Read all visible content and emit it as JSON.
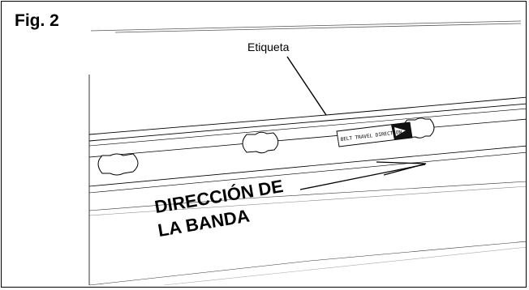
{
  "figure": {
    "label": "Fig. 2",
    "callout": "Etiqueta",
    "sticker_text": "BELT TRAVEL DIRECTION",
    "direction_line1": "DIRECCIÓN DE",
    "direction_line2": "LA BANDA"
  }
}
